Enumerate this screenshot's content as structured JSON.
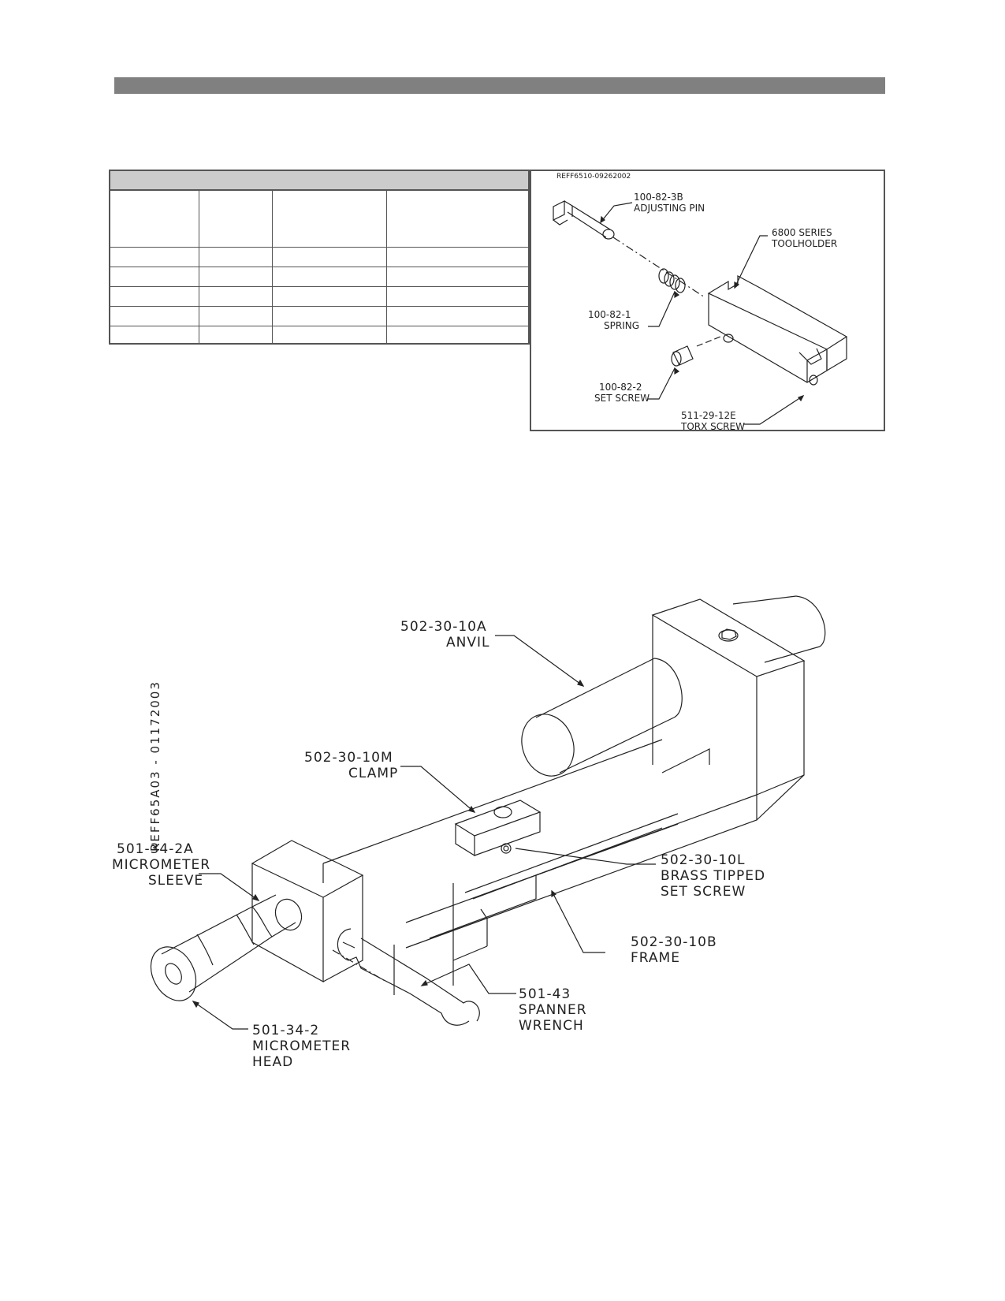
{
  "exploded": {
    "ref": "REFF6510-09262002",
    "labels": {
      "adjusting_pin_part": "100-82-3B",
      "adjusting_pin_name": "ADJUSTING PIN",
      "toolholder_part": "6800 SERIES",
      "toolholder_name": "TOOLHOLDER",
      "spring_part": "100-82-1",
      "spring_name": "SPRING",
      "set_screw_part": "100-82-2",
      "set_screw_name": "SET SCREW",
      "torx_part": "511-29-12E",
      "torx_name": "TORX SCREW"
    }
  },
  "assembly": {
    "ref": "REFF65A03 - 01172003",
    "labels": {
      "anvil_part": "502-30-10A",
      "anvil_name": "ANVIL",
      "clamp_part": "502-30-10M",
      "clamp_name": "CLAMP",
      "sleeve_part": "501-34-2A",
      "sleeve_name1": "MICROMETER",
      "sleeve_name2": "SLEEVE",
      "setscrew_part": "502-30-10L",
      "setscrew_name1": "BRASS TIPPED",
      "setscrew_name2": "SET SCREW",
      "frame_part": "502-30-10B",
      "frame_name": "FRAME",
      "wrench_part": "501-43",
      "wrench_name1": "SPANNER",
      "wrench_name2": "WRENCH",
      "head_part": "501-34-2",
      "head_name1": "MICROMETER",
      "head_name2": "HEAD"
    }
  }
}
